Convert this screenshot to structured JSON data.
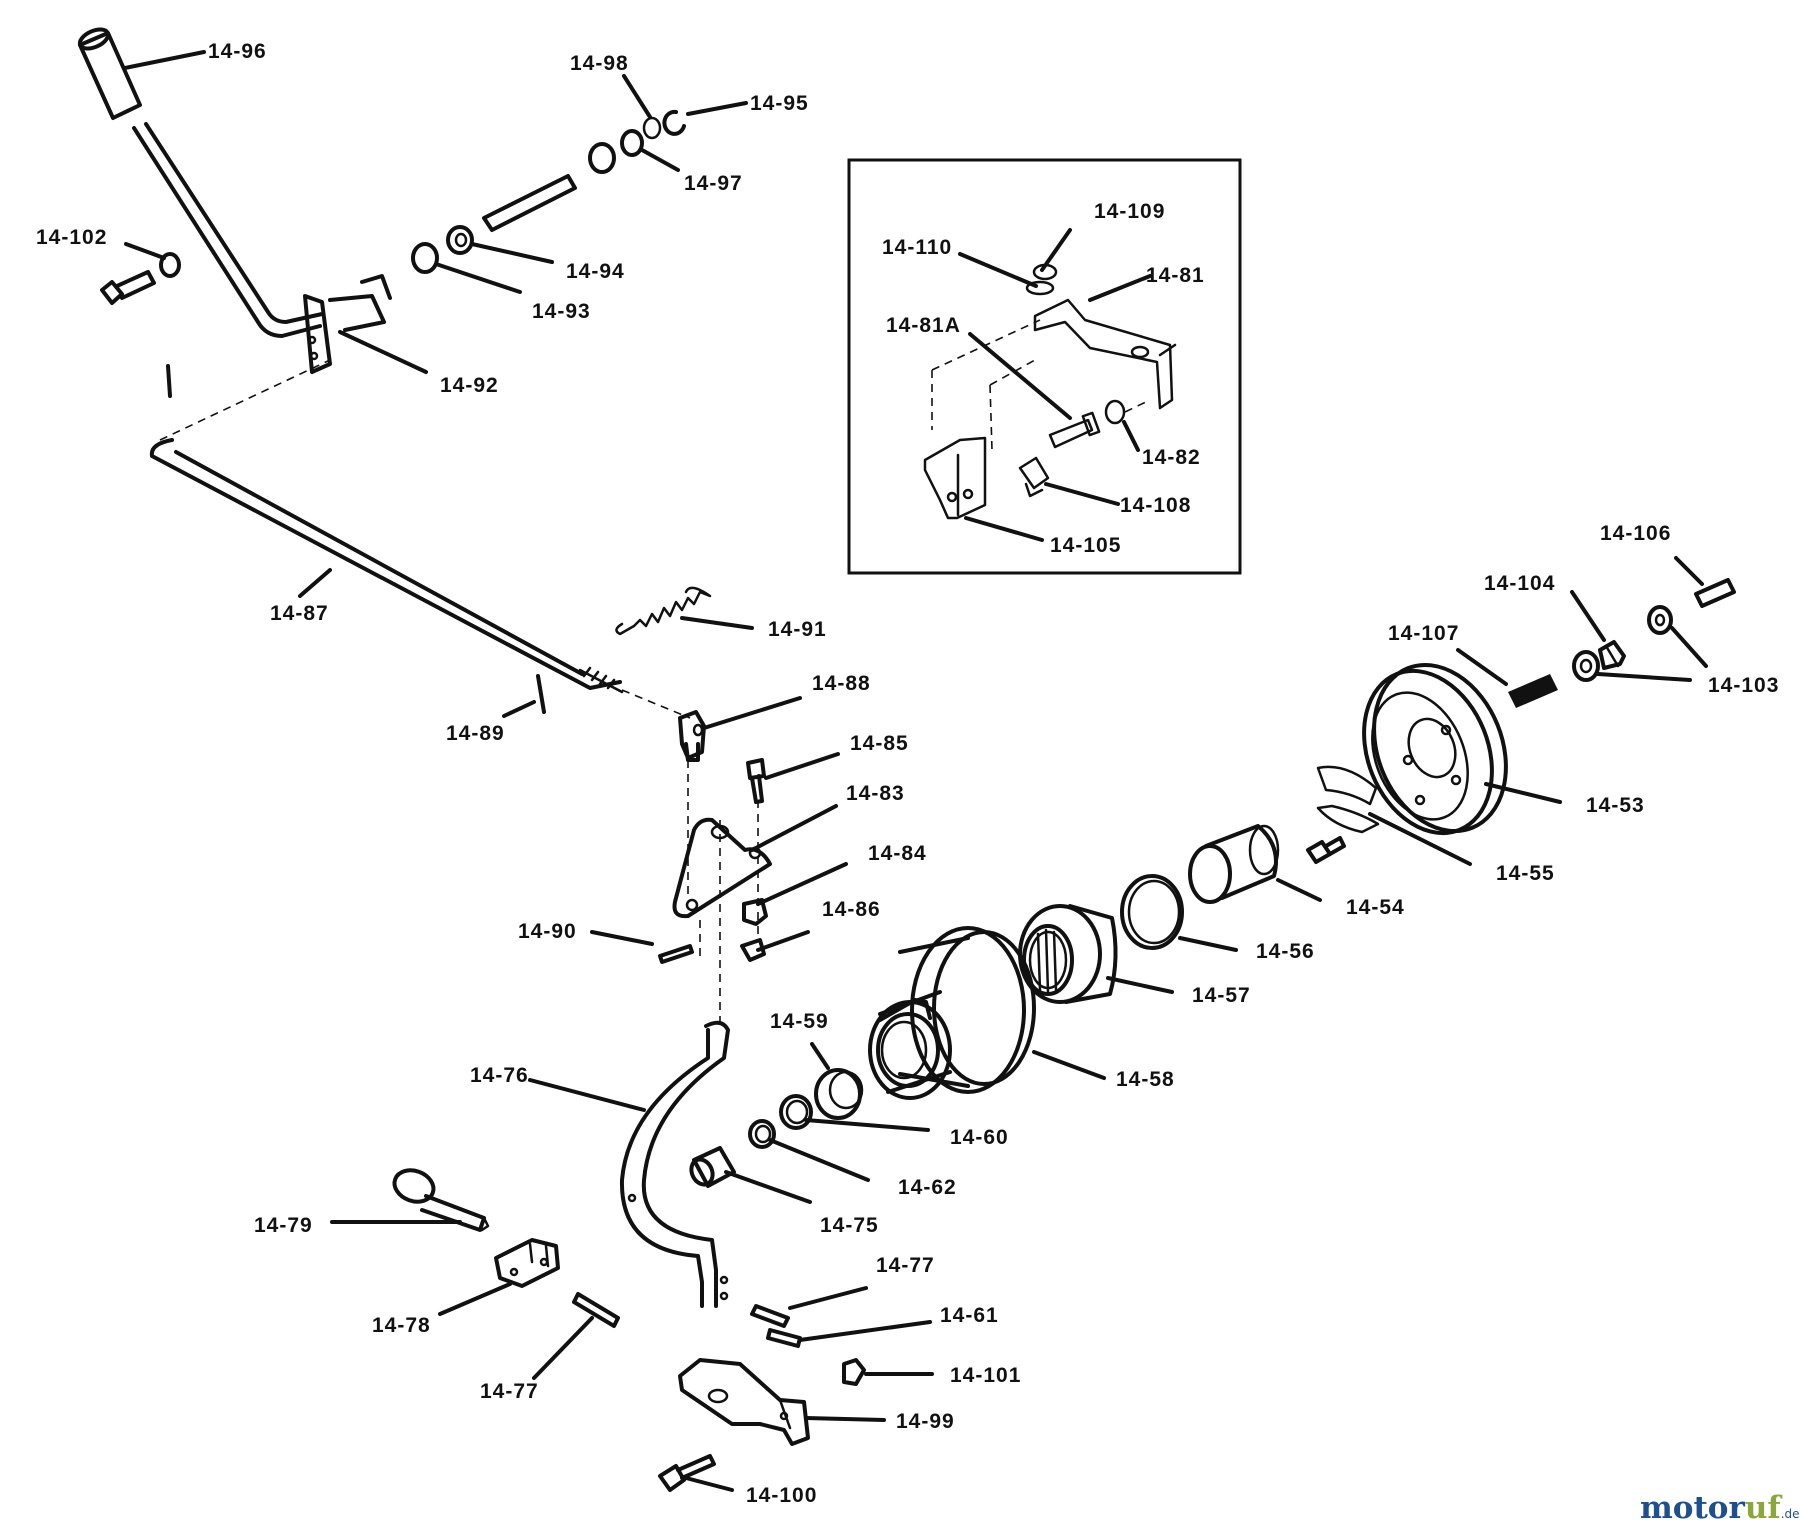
{
  "labels": {
    "p1496": "14-96",
    "p1498": "14-98",
    "p1495": "14-95",
    "p1497": "14-97",
    "p14102": "14-102",
    "p1494": "14-94",
    "p1493": "14-93",
    "p1492": "14-92",
    "p1487": "14-87",
    "p1491": "14-91",
    "p1489": "14-89",
    "p1488": "14-88",
    "p1485": "14-85",
    "p1483": "14-83",
    "p1484": "14-84",
    "p1486": "14-86",
    "p1490": "14-90",
    "p1476": "14-76",
    "p1459": "14-59",
    "p1460": "14-60",
    "p1462": "14-62",
    "p1475": "14-75",
    "p1479": "14-79",
    "p1478": "14-78",
    "p1477a": "14-77",
    "p1477b": "14-77",
    "p1461": "14-61",
    "p14101": "14-101",
    "p1499": "14-99",
    "p14100": "14-100",
    "p1458": "14-58",
    "p1457": "14-57",
    "p1456": "14-56",
    "p1454": "14-54",
    "p1455": "14-55",
    "p1453": "14-53",
    "p14107": "14-107",
    "p14104": "14-104",
    "p14106": "14-106",
    "p14103": "14-103",
    "p14109": "14-109",
    "p14110": "14-110",
    "p1481": "14-81",
    "p1481A": "14-81A",
    "p1482": "14-82",
    "p14108": "14-108",
    "p14105": "14-105"
  },
  "watermark": {
    "part1": "motor",
    "part2": "uf",
    "suffix": ".de"
  }
}
